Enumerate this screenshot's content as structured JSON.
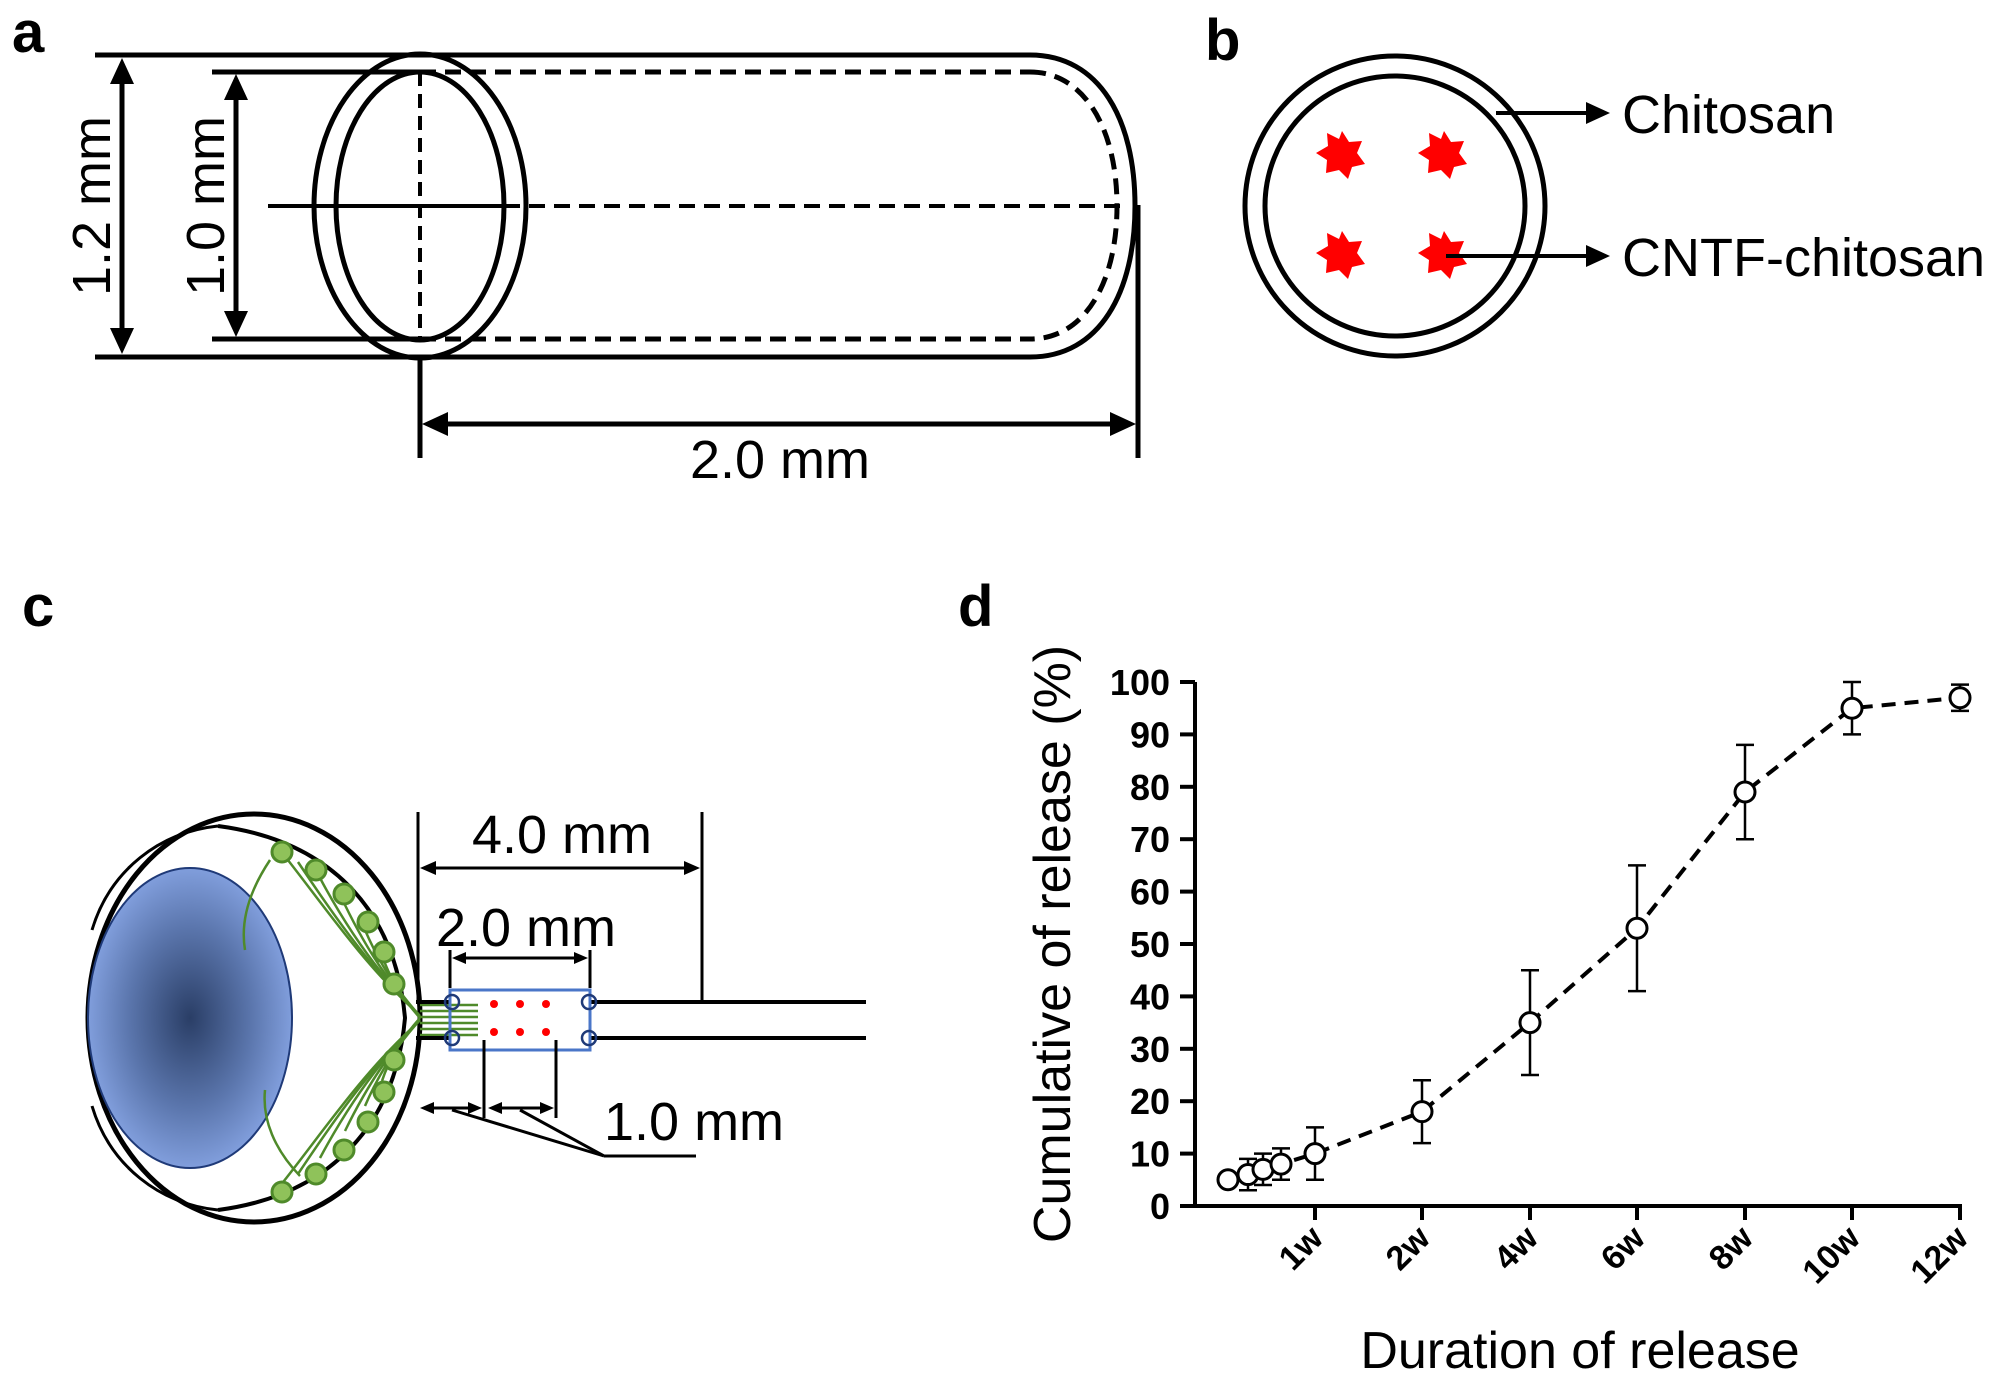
{
  "panels": {
    "a": {
      "letter": "a",
      "outer_diameter_label": "1.2 mm",
      "inner_diameter_label": "1.0 mm",
      "length_label": "2.0 mm"
    },
    "b": {
      "letter": "b",
      "outer_label": "Chitosan",
      "inner_label": "CNTF-chitosan",
      "colors": {
        "cntf": "#ff0000"
      }
    },
    "c": {
      "letter": "c",
      "total_length_label": "4.0 mm",
      "conduit_length_label": "2.0 mm",
      "gap_label": "1.0 mm",
      "colors": {
        "lens": "#7d9ee0",
        "ganglion": "#8fc25a",
        "fibers": "#4f8a2a",
        "conduit": "#4a76c8",
        "cntf": "#ff0000"
      }
    },
    "d": {
      "letter": "d"
    }
  },
  "chart_data": {
    "type": "line",
    "title": "",
    "xlabel": "Duration of release",
    "ylabel": "Cumulative of release (%)",
    "ylim": [
      0,
      100
    ],
    "yticks": [
      "0",
      "10",
      "20",
      "30",
      "40",
      "50",
      "60",
      "70",
      "80",
      "90",
      "100"
    ],
    "xticks": [
      "1w",
      "2w",
      "4w",
      "6w",
      "8w",
      "10w",
      "12w"
    ],
    "series": [
      {
        "x": [
          "1d",
          "2d",
          "3d",
          "5d",
          "1w",
          "2w",
          "4w",
          "6w",
          "8w",
          "10w",
          "12w"
        ],
        "values": [
          5,
          6,
          7,
          8,
          10,
          18,
          35,
          53,
          79,
          95,
          97
        ],
        "error": [
          1,
          3,
          3,
          3,
          5,
          6,
          10,
          12,
          9,
          5,
          2.5
        ]
      }
    ],
    "line_style": "dashed",
    "marker": "open-circle",
    "grid": false
  }
}
